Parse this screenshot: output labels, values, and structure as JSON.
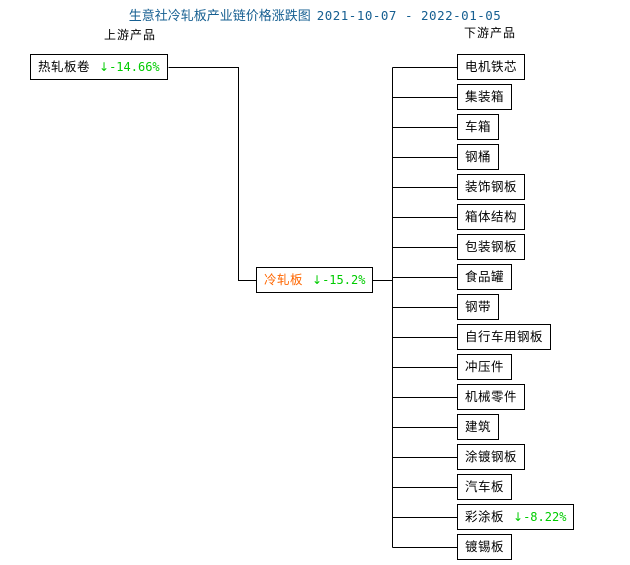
{
  "title": {
    "main": "生意社冷轧板产业链价格涨跌图",
    "date_range": "2021-10-07 - 2022-01-05",
    "color": "#165f91"
  },
  "headers": {
    "upstream": "上游产品",
    "downstream": "下游产品"
  },
  "colors": {
    "title": "#165f91",
    "decline": "#00cc00",
    "center_node_label": "#ff6600",
    "node_border": "#000000",
    "node_text": "#000000",
    "background": "#ffffff"
  },
  "icons": {
    "down_arrow": "↓"
  },
  "center": {
    "label": "冷轧板",
    "arrow": "↓",
    "delta": "-15.2%"
  },
  "upstream": [
    {
      "label": "热轧板卷",
      "arrow": "↓",
      "delta": "-14.66%"
    }
  ],
  "downstream": [
    {
      "label": "电机铁芯",
      "arrow": "",
      "delta": ""
    },
    {
      "label": "集装箱",
      "arrow": "",
      "delta": ""
    },
    {
      "label": "车箱",
      "arrow": "",
      "delta": ""
    },
    {
      "label": "钢桶",
      "arrow": "",
      "delta": ""
    },
    {
      "label": "装饰钢板",
      "arrow": "",
      "delta": ""
    },
    {
      "label": "箱体结构",
      "arrow": "",
      "delta": ""
    },
    {
      "label": "包装钢板",
      "arrow": "",
      "delta": ""
    },
    {
      "label": "食品罐",
      "arrow": "",
      "delta": ""
    },
    {
      "label": "钢带",
      "arrow": "",
      "delta": ""
    },
    {
      "label": "自行车用钢板",
      "arrow": "",
      "delta": ""
    },
    {
      "label": "冲压件",
      "arrow": "",
      "delta": ""
    },
    {
      "label": "机械零件",
      "arrow": "",
      "delta": ""
    },
    {
      "label": "建筑",
      "arrow": "",
      "delta": ""
    },
    {
      "label": "涂镀钢板",
      "arrow": "",
      "delta": ""
    },
    {
      "label": "汽车板",
      "arrow": "",
      "delta": ""
    },
    {
      "label": "彩涂板",
      "arrow": "↓",
      "delta": "-8.22%"
    },
    {
      "label": "镀锡板",
      "arrow": "",
      "delta": ""
    }
  ]
}
